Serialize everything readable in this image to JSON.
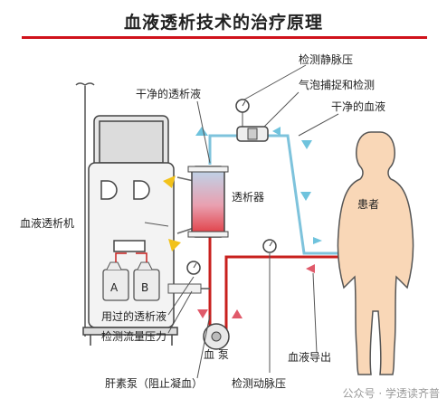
{
  "title": "血液透析技术的治疗原理",
  "colors": {
    "accent": "#d0121b",
    "clean_line": "#7ec3dc",
    "dirty_line": "#c8201e",
    "arrow_blue": "#6fc3dd",
    "arrow_red": "#e05a6a",
    "arrow_yellow": "#f2c21b",
    "patient_skin": "#f9d7b7"
  },
  "labels": {
    "venous_pressure": "检测静脉压",
    "bubble_trap": "气泡捕捉和检测",
    "clean_dialysate": "干净的透析液",
    "clean_blood": "干净的血液",
    "machine": "血液透析机",
    "dialyzer": "透析器",
    "patient": "患者",
    "used_dialysate": "用过的透析液",
    "flow_pressure": "检测流量压力",
    "heparin_pump": "肝素泵（阻止凝血）",
    "blood_pump": "血 泵",
    "arterial_pressure": "检测动脉压",
    "blood_out": "血液导出",
    "jug_a": "A",
    "jug_b": "B"
  },
  "watermark": "公众号 · 学透读齐普"
}
